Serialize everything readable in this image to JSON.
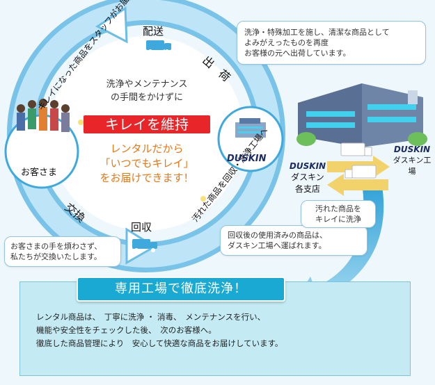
{
  "cycle": {
    "delivery": "配送",
    "shipping": "出荷",
    "exchange": "交換",
    "collection": "回収",
    "staff_delivers": "キレイになった商品をスタッフがお届け",
    "collect_to_factory": "汚れた商品を回収・洗浄工場へ"
  },
  "customer": {
    "label": "お客さま"
  },
  "center": {
    "line1": "洗浄やメンテナンス",
    "line2": "の手間をかけずに",
    "highlight": "キレイを維持",
    "rental_line1": "レンタルだから",
    "rental_line2": "「いつでもキレイ」",
    "rental_line3": "をお届けできます！"
  },
  "duskin_logo": "DUSKIN",
  "notes": {
    "shipping_line1": "洗浄・特殊加工を施し、清潔な商品として",
    "shipping_line2": "よみがえったものを再度",
    "shipping_line3": "お客様の元へ出荷しています。",
    "exchange_line1": "お客さまの手を煩わさず、",
    "exchange_line2": "私たちが交換いたします。",
    "collection_line1": "回収後の使用済みの商品は、",
    "collection_line2": "ダスキン工場へ運ばれます。"
  },
  "factory_flow": {
    "branch_logo": "DUSKIN",
    "branch_label1": "ダスキン",
    "branch_label2": "各支店",
    "factory_logo": "DUSKIN",
    "factory_label": "ダスキン工場",
    "truck_logo": "DUSKIN",
    "dirty_line1": "汚れた商品を",
    "dirty_line2": "キレイに洗浄"
  },
  "bottom": {
    "title": "専用工場で徹底洗浄！",
    "line1": "レンタル商品は、　丁寧に洗浄 ・ 消毒、　メンテナンスを行い、",
    "line2": "機能や安全性をチェックした後、　次のお客様へ。",
    "line3": "徹底した商品管理により　安心して快適な商品をお届けしています。"
  },
  "colors": {
    "ring": "#3fa8dc",
    "ring_light": "#cfeaf7",
    "highlight_red": "#e8262a",
    "rental_orange": "#e87716",
    "title_blue": "#1aa9d3",
    "arrow_yellow": "#f2c94c"
  }
}
